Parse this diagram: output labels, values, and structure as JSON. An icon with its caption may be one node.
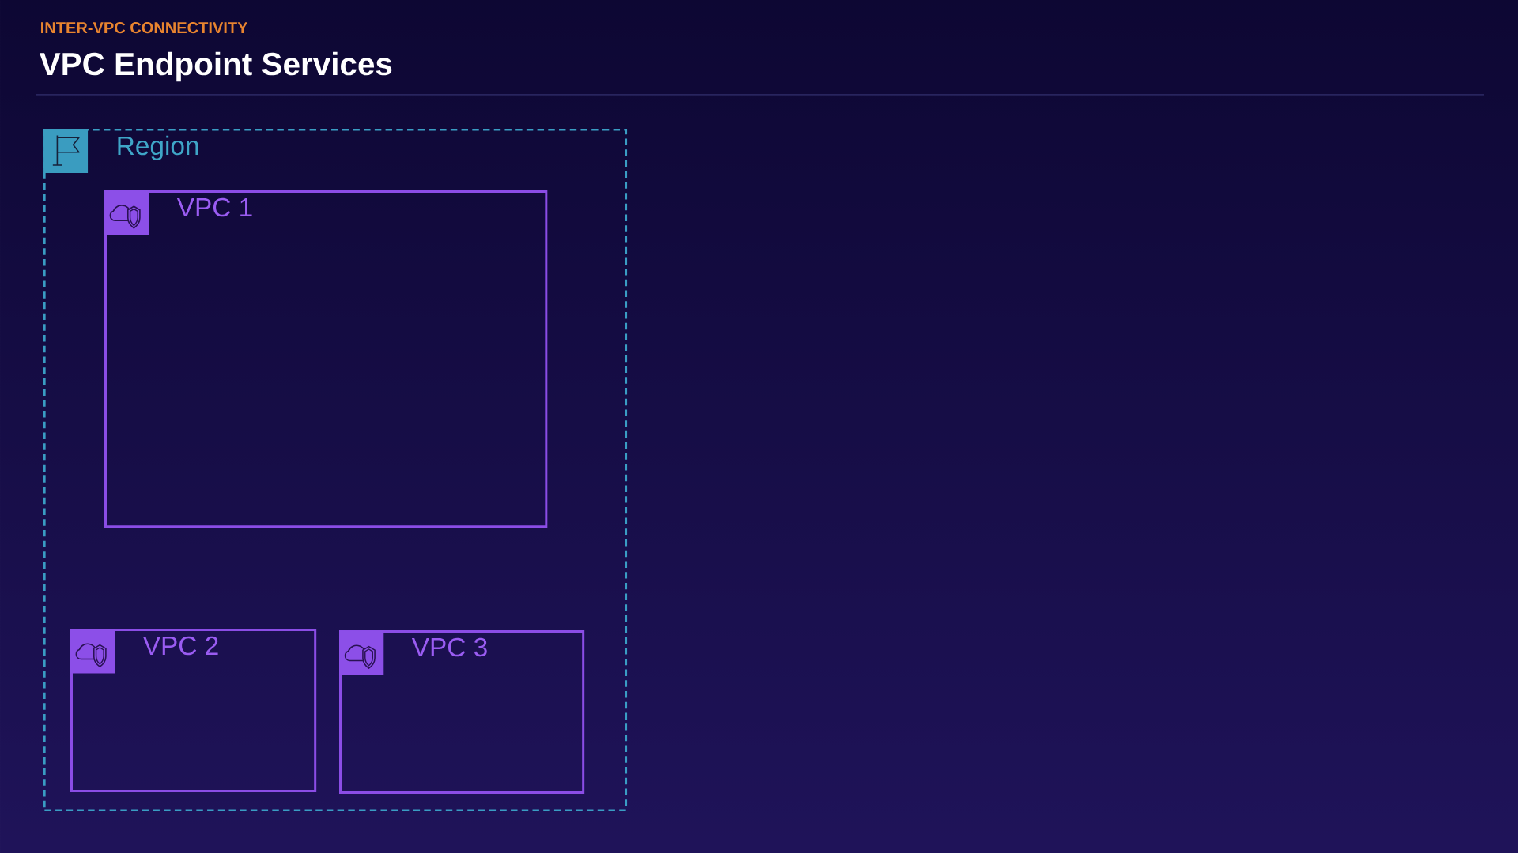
{
  "diagram": {
    "title": "VPC Endpoint Services",
    "nodes": [
      {
        "text": [
          "Region"
        ]
      },
      {
        "text": [
          "VPC 1"
        ],
        "in": 0
      },
      {
        "text": [
          "VPC 2"
        ],
        "in": 0
      },
      {
        "text": [
          "VPC 3"
        ],
        "in": 0
      }
    ],
    "labels": [
      "INTER-VPC CONNECTIVITY"
    ]
  }
}
